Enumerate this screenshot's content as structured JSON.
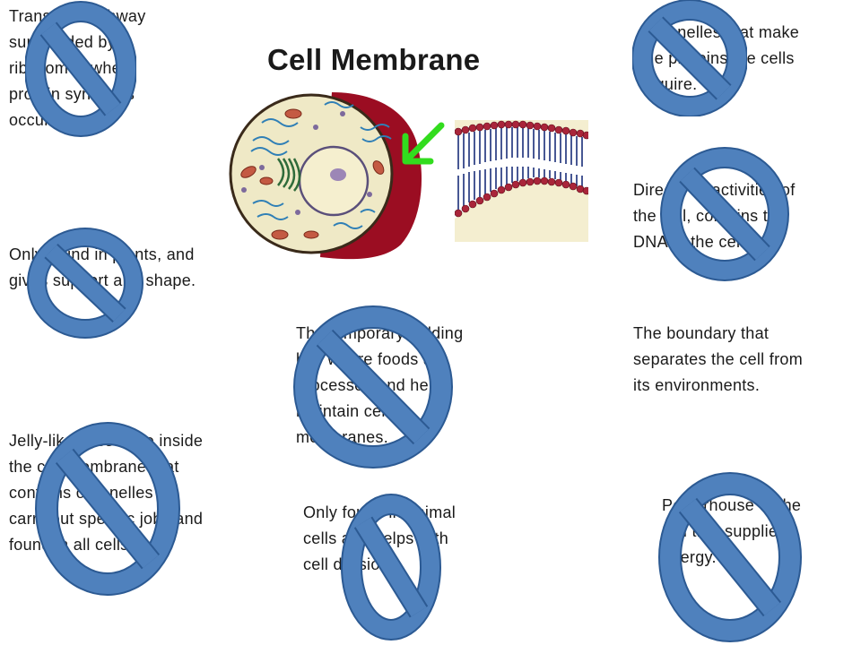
{
  "slide": {
    "title": "Cell Membrane",
    "clues": [
      "Transport highway surrounded by ribosomes where protein synthesis occurs.",
      "Organelles that make the proteins the cells require.",
      "Directs all activities of the cell, contains the DNA of the cell.",
      "Only found in plants, and gives support and shape.",
      "The temporary holding bay where foods are processed and help maintain cell membranes.",
      "The boundary that separates the cell from its environments.",
      "Jelly-like substance inside the cell membrane that contains organelles to carry out specific jobs and found in all cells.",
      "Only found in animal cells and helps with cell division.",
      "Powerhouse of the cell that supplies energy."
    ],
    "answer_index": 5,
    "icons": {
      "prohibition": "no-symbol-icon",
      "pointer": "arrow-down-left-icon",
      "cell": "animal-cell-diagram",
      "membrane": "phospholipid-bilayer-diagram"
    },
    "colors": {
      "no_sign_fill": "#4f81bd",
      "no_sign_outline": "#2c5a93",
      "arrow": "#32dc1e",
      "membrane_red": "#9b0d22",
      "cytoplasm": "#efe9c6",
      "bilayer_head_red": "#a9253a",
      "bilayer_tail_blue": "#1b2f7a"
    }
  }
}
